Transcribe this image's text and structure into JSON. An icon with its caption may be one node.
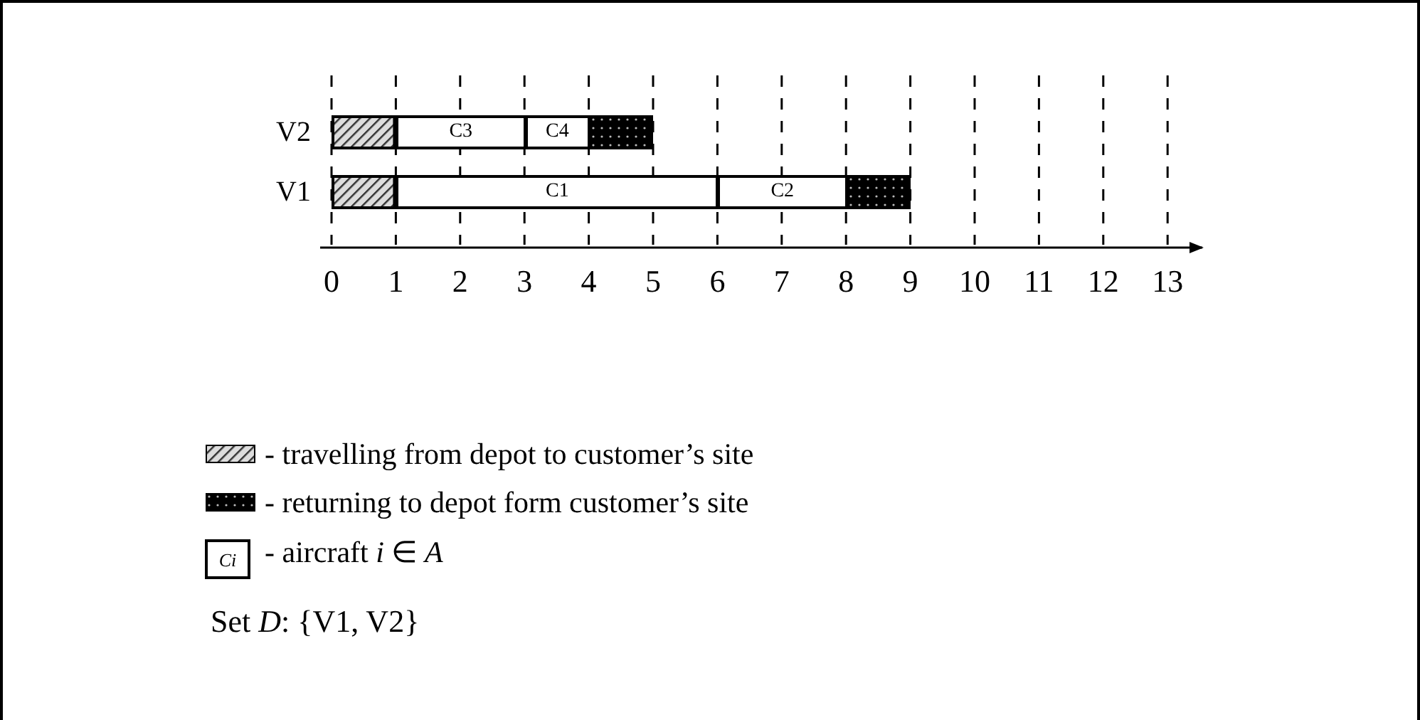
{
  "diagram": {
    "nodes": [
      {
        "text": [],
        "shape": "bar"
      },
      {
        "text": [
          "C3"
        ]
      },
      {
        "text": [
          "C4"
        ]
      },
      {
        "text": [],
        "shape": "bar"
      },
      {
        "text": [],
        "shape": "bar"
      },
      {
        "text": [
          "C1"
        ]
      },
      {
        "text": [
          "C2"
        ]
      },
      {
        "text": [],
        "shape": "bar"
      }
    ],
    "labels": [
      "V2",
      "V1",
      "0",
      "1",
      "2",
      "3",
      "4",
      "5",
      "6",
      "7",
      "8",
      "9",
      "10",
      "11",
      "12",
      "13",
      "Ci",
      "Set *D*: {V1, V2}"
    ],
    "legend": [
      {
        "text": "- travelling from depot to customer’s site"
      },
      {
        "text": "- returning to depot form customer’s site"
      },
      {
        "text": "- aircraft *i* ∈ *A*"
      }
    ]
  }
}
